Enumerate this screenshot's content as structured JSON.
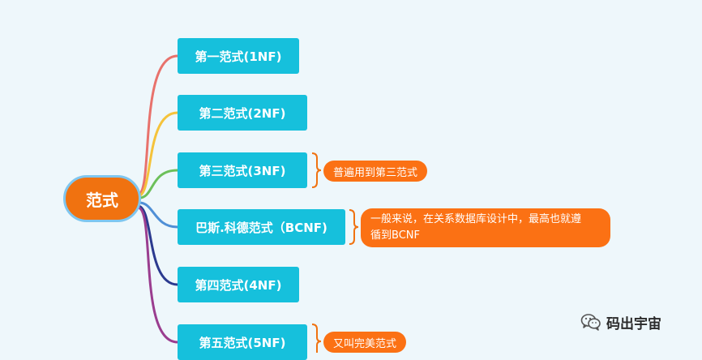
{
  "root": {
    "label": "范式"
  },
  "nodes": [
    {
      "label": "第一范式(1NF)",
      "color": "#e8726c"
    },
    {
      "label": "第二范式(2NF)",
      "color": "#f5c33b"
    },
    {
      "label": "第三范式(3NF)",
      "color": "#6cc05a"
    },
    {
      "label": "巴斯.科德范式（BCNF)",
      "color": "#4f8fd6"
    },
    {
      "label": "第四范式(4NF)",
      "color": "#2b3a8f"
    },
    {
      "label": "第五范式(5NF)",
      "color": "#9a3d8f"
    }
  ],
  "notes": {
    "nf3": "普遍用到第三范式",
    "bcnf_line1": "一般来说，在关系数据库设计中，最高也就遵",
    "bcnf_line2": "循到BCNF",
    "nf5": "又叫完美范式"
  },
  "watermark": {
    "text": "码出宇宙",
    "icon": "wechat-icon"
  },
  "colors": {
    "root_fill": "#f07210",
    "root_border": "#7fc6ef",
    "node_fill": "#16c0dc",
    "note_fill": "#fb7114",
    "bracket": "#f07210",
    "background": "#eef7fb"
  }
}
